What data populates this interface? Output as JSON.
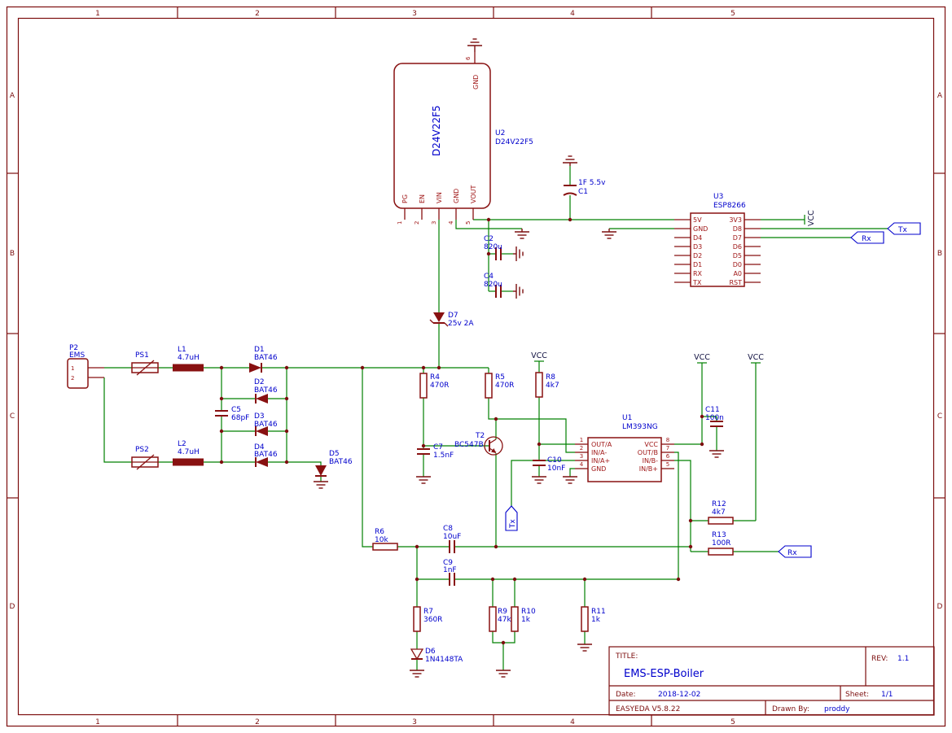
{
  "frame": {
    "cols": [
      "1",
      "2",
      "3",
      "4",
      "5"
    ],
    "rows": [
      "A",
      "B",
      "C",
      "D"
    ]
  },
  "nets": {
    "vcc": "VCC",
    "tx": "Tx",
    "rx": "Rx"
  },
  "u2": {
    "ref": "U2",
    "value": "D24V22F5",
    "body": "D24V22F5",
    "pin_names": [
      "PG",
      "EN",
      "VIN",
      "GND",
      "VOUT"
    ],
    "pin_numbers": [
      "1",
      "2",
      "3",
      "4",
      "5"
    ],
    "top_pin_name": "GND",
    "top_pin_number": "6"
  },
  "u3": {
    "ref": "U3",
    "value": "ESP8266",
    "left_pins": [
      "5V",
      "GND",
      "D4",
      "D3",
      "D2",
      "D1",
      "RX",
      "TX"
    ],
    "right_pins": [
      "3V3",
      "D8",
      "D7",
      "D6",
      "D5",
      "D0",
      "A0",
      "RST"
    ]
  },
  "u1": {
    "ref": "U1",
    "value": "LM393NG",
    "left_pins": [
      "OUT/A",
      "IN/A-",
      "IN/A+",
      "GND"
    ],
    "left_numbers": [
      "1",
      "2",
      "3",
      "4"
    ],
    "right_pins": [
      "VCC",
      "OUT/B",
      "IN/B-",
      "IN/B+"
    ],
    "right_numbers": [
      "8",
      "7",
      "6",
      "5"
    ]
  },
  "p2": {
    "ref": "P2",
    "value": "EMS",
    "pins": [
      "1",
      "2"
    ]
  },
  "parts": {
    "ps1": {
      "ref": "PS1"
    },
    "ps2": {
      "ref": "PS2"
    },
    "l1": {
      "ref": "L1",
      "value": "4.7uH"
    },
    "l2": {
      "ref": "L2",
      "value": "4.7uH"
    },
    "d1": {
      "ref": "D1",
      "value": "BAT46"
    },
    "d2": {
      "ref": "D2",
      "value": "BAT46"
    },
    "d3": {
      "ref": "D3",
      "value": "BAT46"
    },
    "d4": {
      "ref": "D4",
      "value": "BAT46"
    },
    "d5": {
      "ref": "D5",
      "value": "BAT46"
    },
    "d6": {
      "ref": "D6",
      "value": "1N4148TA"
    },
    "d7": {
      "ref": "D7",
      "value": "25v 2A"
    },
    "c1": {
      "ref": "C1",
      "value": "1F 5.5v"
    },
    "c2": {
      "ref": "C2",
      "value": "820u"
    },
    "c4": {
      "ref": "C4",
      "value": "820u"
    },
    "c5": {
      "ref": "C5",
      "value": "68pF"
    },
    "c7": {
      "ref": "C7",
      "value": "1.5nF"
    },
    "c8": {
      "ref": "C8",
      "value": "10uF"
    },
    "c9": {
      "ref": "C9",
      "value": "1nF"
    },
    "c10": {
      "ref": "C10",
      "value": "10nF"
    },
    "c11": {
      "ref": "C11",
      "value": "100n"
    },
    "r4": {
      "ref": "R4",
      "value": "470R"
    },
    "r5": {
      "ref": "R5",
      "value": "470R"
    },
    "r6": {
      "ref": "R6",
      "value": "10k"
    },
    "r7": {
      "ref": "R7",
      "value": "360R"
    },
    "r8": {
      "ref": "R8",
      "value": "4k7"
    },
    "r9": {
      "ref": "R9",
      "value": "47k"
    },
    "r10": {
      "ref": "R10",
      "value": "1k"
    },
    "r11": {
      "ref": "R11",
      "value": "1k"
    },
    "r12": {
      "ref": "R12",
      "value": "4k7"
    },
    "r13": {
      "ref": "R13",
      "value": "100R"
    },
    "t2": {
      "ref": "T2",
      "value": "BC547B"
    }
  },
  "title_block": {
    "title_label": "TITLE:",
    "title": "EMS-ESP-Boiler",
    "rev_label": "REV:",
    "rev": "1.1",
    "date_label": "Date:",
    "date": "2018-12-02",
    "sheet_label": "Sheet:",
    "sheet": "1/1",
    "tool": "EASYEDA V5.8.22",
    "drawn_by_label": "Drawn By:",
    "drawn_by": "proddy"
  },
  "colors": {
    "frame": "#7c0e0e",
    "component_outline": "#881111",
    "wire": "#008000",
    "label_blue": "#0000cc",
    "pin_red": "#a01818",
    "net_text": "#101040"
  }
}
